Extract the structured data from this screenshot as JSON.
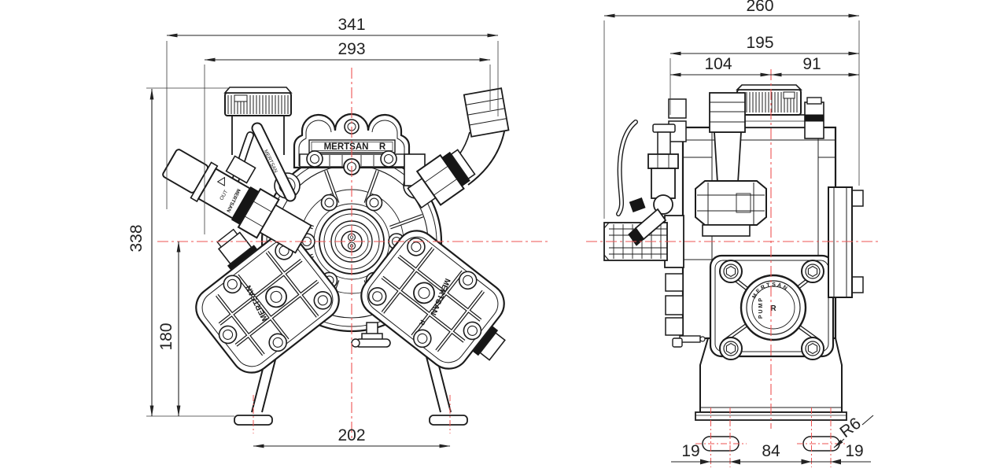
{
  "front_view": {
    "dims": {
      "overall_width": "341",
      "port_width": "293",
      "overall_height": "338",
      "axis_height": "180",
      "foot_spacing": "202"
    },
    "labels": {
      "manifold_brand": "MERTSAN",
      "manifold_series": "R",
      "lever_brand": "MERTSAN",
      "outlet_brand": "MERTSAN",
      "outlet_port": "OUT",
      "left_head_brand": "MERTSAN",
      "right_head_brand": "MERTSAN",
      "right_head_series": "R"
    }
  },
  "side_view": {
    "dims": {
      "overall_depth": "260",
      "mount_depth": "195",
      "front_offset": "104",
      "rear_offset": "91",
      "slot_left_offset": "19",
      "slot_spacing": "84",
      "slot_right_offset": "19",
      "slot_radius": "R6"
    },
    "badge": {
      "top": "MERTSAN",
      "center": "R",
      "bottom": "PUMP"
    }
  },
  "colors": {
    "ink": "#1c1c1c",
    "centerline": "#ee5352",
    "dim_text": "#222222",
    "background": "#ffffff"
  }
}
